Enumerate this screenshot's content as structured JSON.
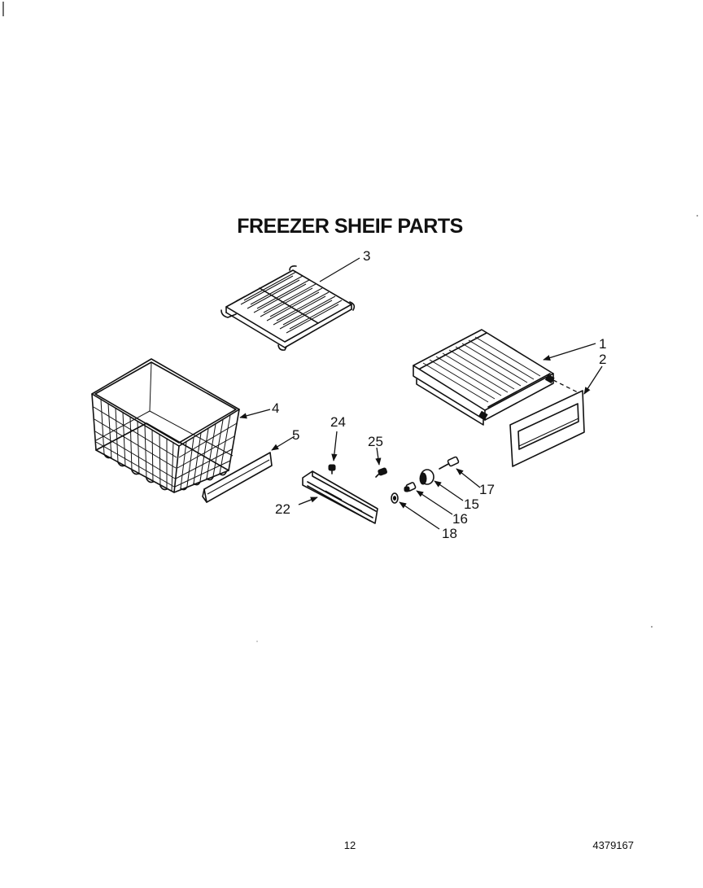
{
  "title": "FREEZER SHEIF PARTS",
  "callouts": {
    "c1": "1",
    "c2": "2",
    "c3": "3",
    "c4": "4",
    "c5": "5",
    "c15": "15",
    "c16": "16",
    "c17": "17",
    "c18": "18",
    "c22": "22",
    "c24": "24",
    "c25": "25"
  },
  "footer": {
    "page_number": "12",
    "document_number": "4379167"
  }
}
